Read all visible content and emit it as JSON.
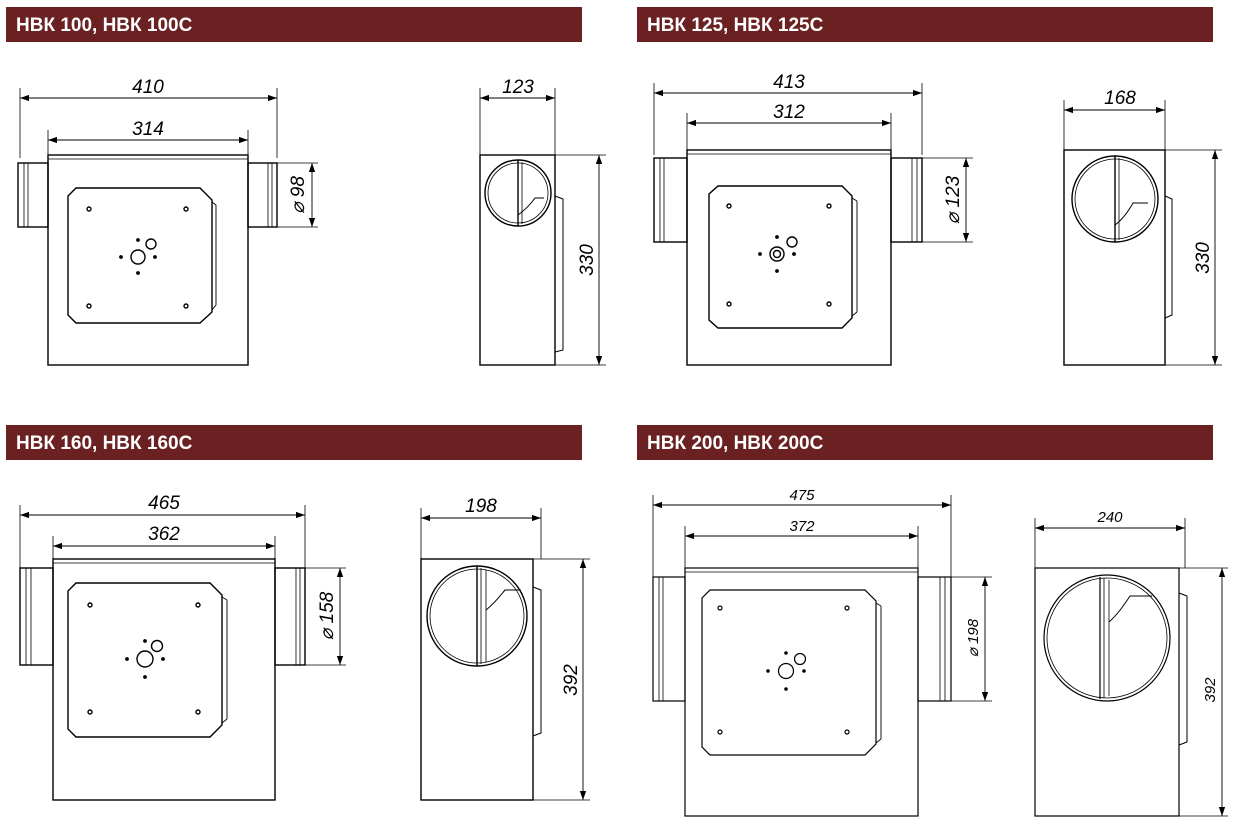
{
  "models": [
    {
      "title": "НВК 100, НВК 100С",
      "front": {
        "overall_width": "410",
        "body_width": "314",
        "duct_diameter": "⌀ 98"
      },
      "side": {
        "depth": "123",
        "height": "330"
      }
    },
    {
      "title": "НВК 125, НВК 125С",
      "front": {
        "overall_width": "413",
        "body_width": "312",
        "duct_diameter": "⌀ 123"
      },
      "side": {
        "depth": "168",
        "height": "330"
      }
    },
    {
      "title": "НВК 160, НВК 160С",
      "front": {
        "overall_width": "465",
        "body_width": "362",
        "duct_diameter": "⌀ 158"
      },
      "side": {
        "depth": "198",
        "height": "392"
      }
    },
    {
      "title": "НВК 200, НВК 200С",
      "front": {
        "overall_width": "475",
        "body_width": "372",
        "duct_diameter": "⌀ 198"
      },
      "side": {
        "depth": "240",
        "height": "392"
      }
    }
  ],
  "colors": {
    "header_bar": "#6b2122",
    "header_text": "#ffffff",
    "line": "#000000"
  }
}
